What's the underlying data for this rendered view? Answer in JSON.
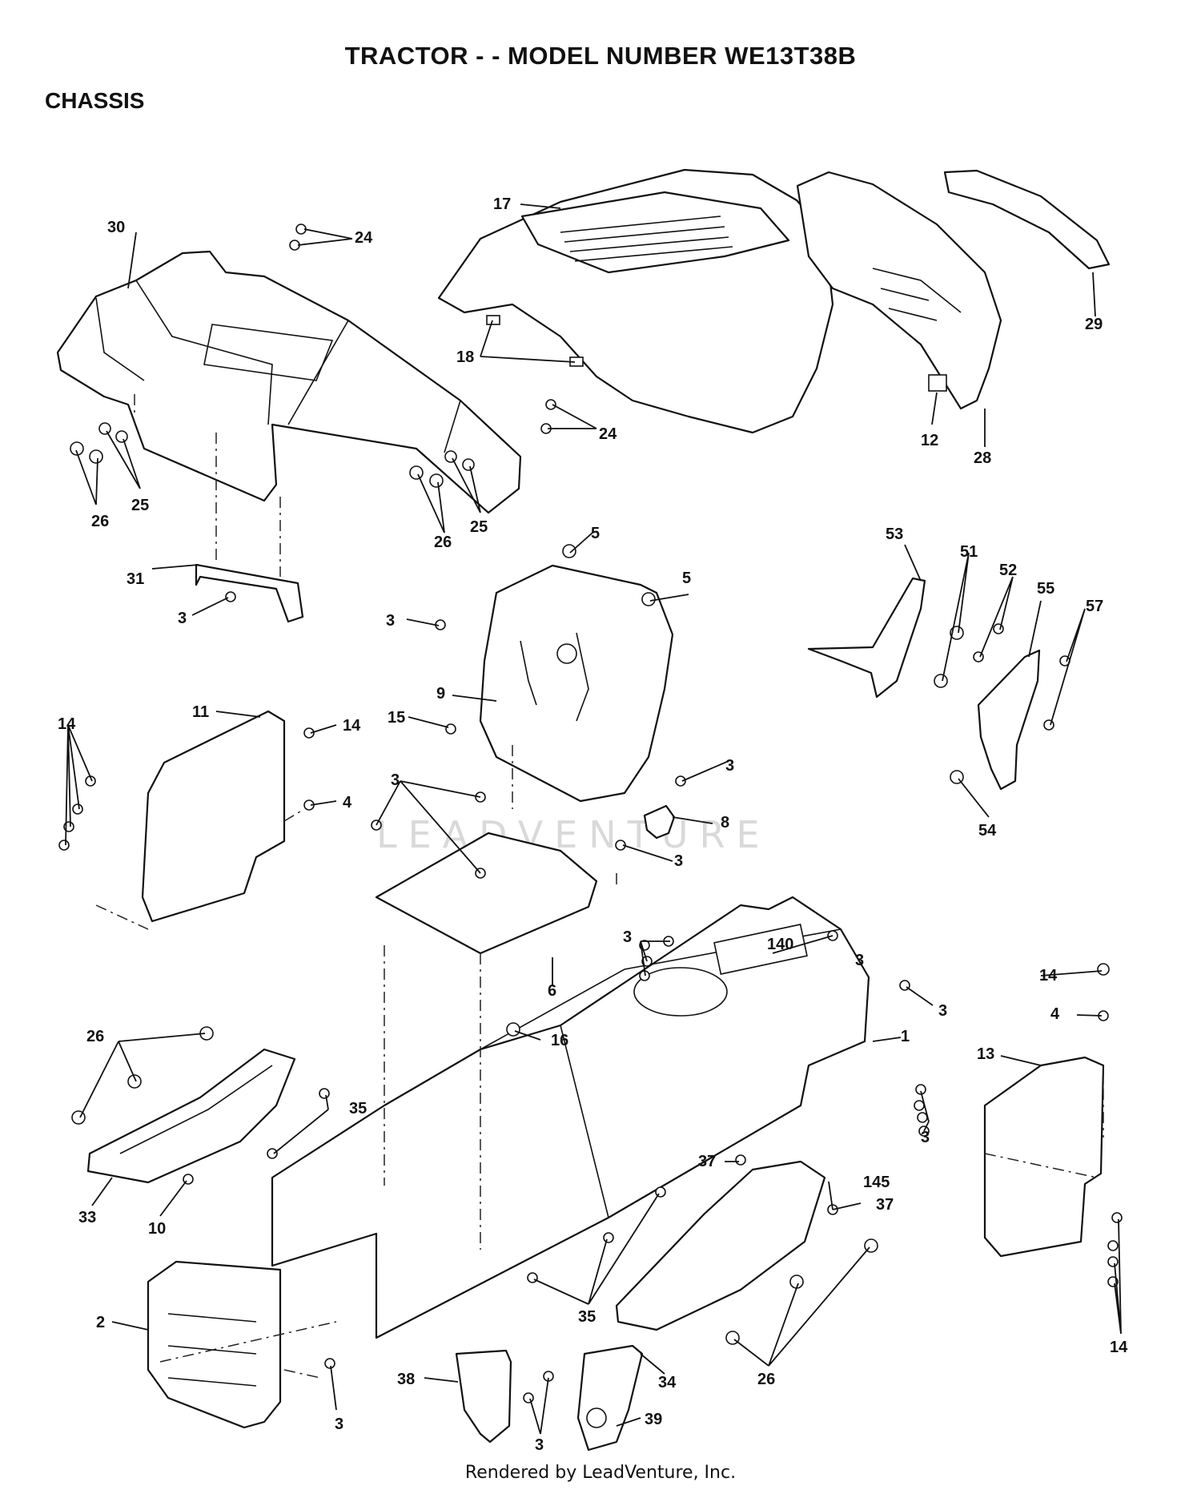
{
  "title": "TRACTOR - - MODEL NUMBER WE13T38B",
  "section": "CHASSIS",
  "watermark": "LEADVENTURE",
  "footer": "Rendered by LeadVenture, Inc.",
  "callouts": {
    "c17": "17",
    "c30": "30",
    "c24a": "24",
    "c24b": "24",
    "c18": "18",
    "c29": "29",
    "c12": "12",
    "c28": "28",
    "c25a": "25",
    "c26a": "26",
    "c25b": "25",
    "c26b": "26",
    "c5a": "5",
    "c5b": "5",
    "c31": "31",
    "c3a": "3",
    "c3b": "3",
    "c9": "9",
    "c15": "15",
    "c3c": "3",
    "c53": "53",
    "c51": "51",
    "c52": "52",
    "c55": "55",
    "c57": "57",
    "c54": "54",
    "c11": "11",
    "c14a": "14",
    "c14b": "14",
    "c4a": "4",
    "c3d": "3",
    "c8": "8",
    "c3e": "3",
    "c6": "6",
    "c3f": "3",
    "c140": "140",
    "c3g": "3",
    "c3h": "3",
    "c1": "1",
    "c14c": "14",
    "c4b": "4",
    "c13": "13",
    "c26c": "26",
    "c16": "16",
    "c35a": "35",
    "c33": "33",
    "c10": "10",
    "c3i": "3",
    "c37a": "37",
    "c145": "145",
    "c37b": "37",
    "c2": "2",
    "c3j": "3",
    "c35b": "35",
    "c38": "38",
    "c3k": "3",
    "c39": "39",
    "c34": "34",
    "c26d": "26",
    "c14d": "14"
  }
}
